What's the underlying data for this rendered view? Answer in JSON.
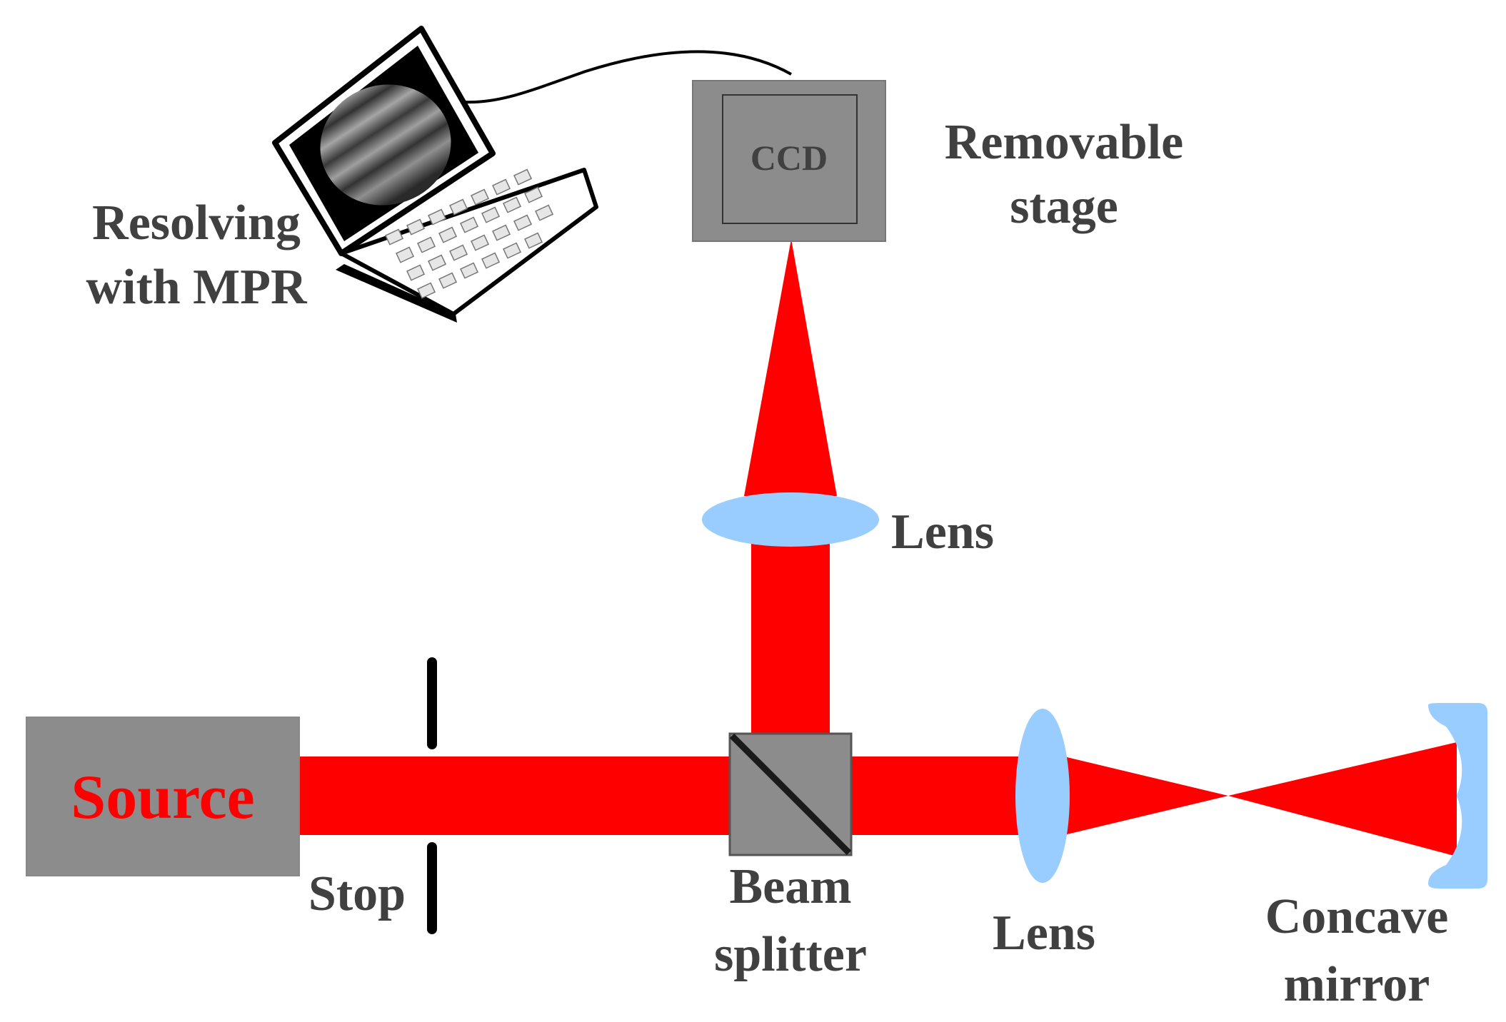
{
  "labels": {
    "source": "Source",
    "stop": "Stop",
    "beam_splitter_line1": "Beam",
    "beam_splitter_line2": "splitter",
    "lens_upper": "Lens",
    "lens_lower": "Lens",
    "concave_mirror_line1": "Concave",
    "concave_mirror_line2": "mirror",
    "ccd": "CCD",
    "stage_line1": "Removable",
    "stage_line2": "stage",
    "computer_line1": "Resolving",
    "computer_line2": "with MPR"
  },
  "colors": {
    "beam": "#ff0000",
    "lens": "#99ccff",
    "device_gray": "#8c8c8c",
    "label_text": "#404040",
    "source_text": "#ff0000"
  }
}
